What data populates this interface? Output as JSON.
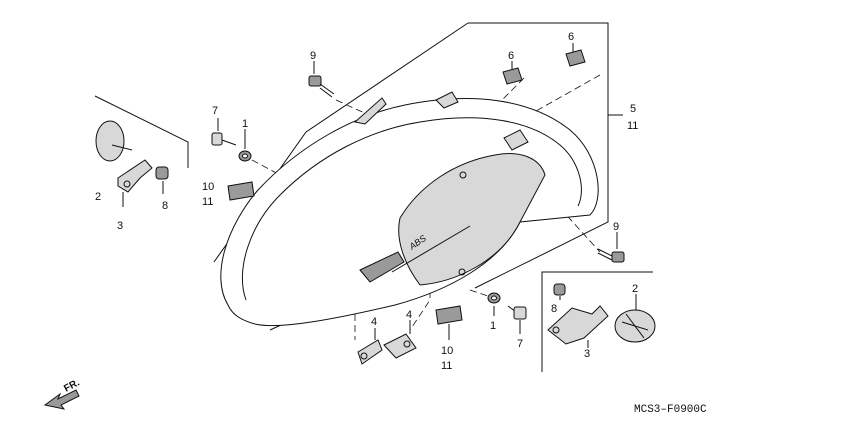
{
  "diagram": {
    "code": "MCS3–F0900C",
    "direction_label": "FR."
  },
  "callouts": {
    "c1a": "1",
    "c1b": "1",
    "c2a": "2",
    "c2b": "2",
    "c3a": "3",
    "c3b": "3",
    "c4a": "4",
    "c4b": "4",
    "c5": "5",
    "c11a": "11",
    "c6a": "6",
    "c6b": "6",
    "c7a": "7",
    "c7b": "7",
    "c8a": "8",
    "c8b": "8",
    "c9a": "9",
    "c9b": "9",
    "c10a": "10",
    "c11b": "11",
    "c10b": "10",
    "c11c": "11"
  }
}
